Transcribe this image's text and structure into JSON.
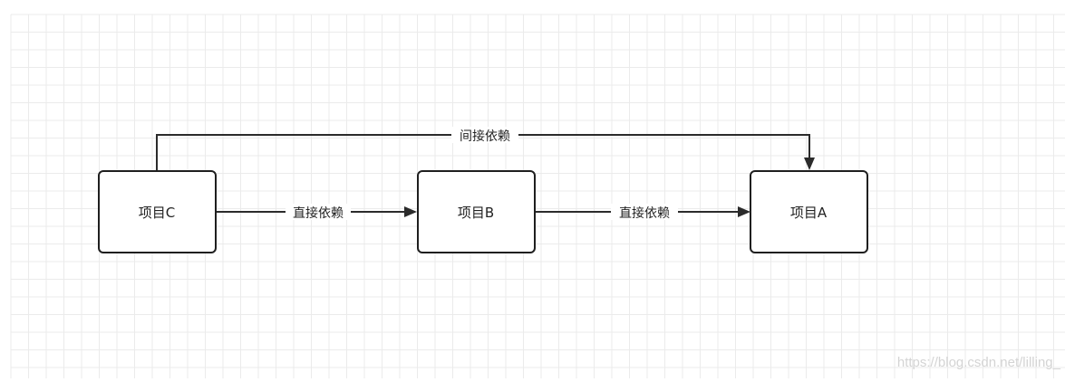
{
  "diagram": {
    "nodes": {
      "c": {
        "label": "项目C"
      },
      "b": {
        "label": "项目B"
      },
      "a": {
        "label": "项目A"
      }
    },
    "edges": {
      "c_to_b": {
        "label": "直接依赖"
      },
      "b_to_a": {
        "label": "直接依赖"
      },
      "c_to_a": {
        "label": "间接依赖"
      }
    }
  },
  "watermark": {
    "text": "https://blog.csdn.net/lilling_"
  },
  "colors": {
    "grid_line": "#ebebeb",
    "stroke": "#1f1f1f",
    "background": "#ffffff"
  }
}
